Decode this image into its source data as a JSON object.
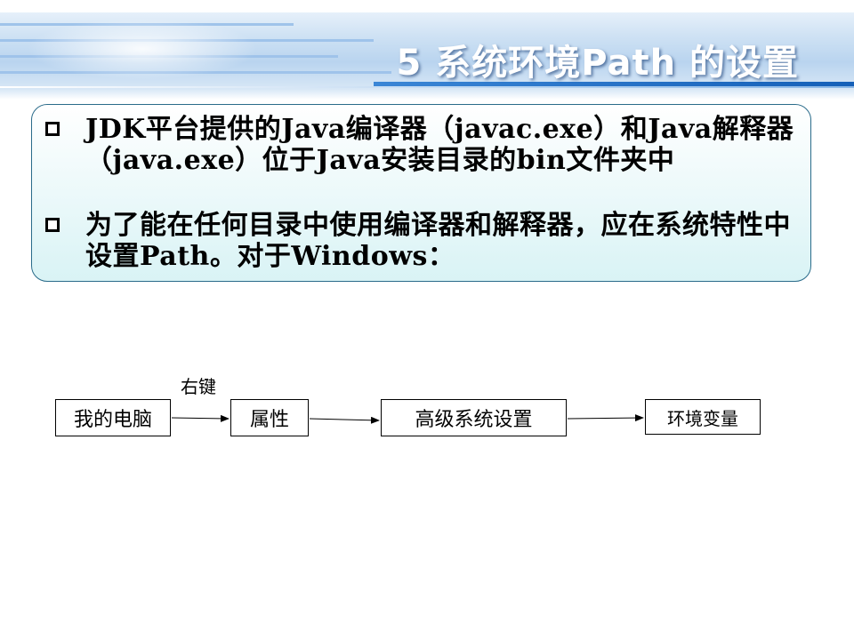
{
  "slide": {
    "title": "5 系统环境Path 的设置",
    "bullets": [
      "JDK平台提供的Java编译器（javac.exe）和Java解释器（java.exe）位于Java安装目录的bin文件夹中",
      "为了能在任何目录中使用编译器和解释器，应在系统特性中设置Path。对于Windows："
    ]
  },
  "flow": {
    "steps": [
      "我的电脑",
      "属性",
      "高级系统设置",
      "环境变量"
    ],
    "edge_label": "右键"
  },
  "colors": {
    "title_text": "#ffffff",
    "banner_accent": "#1560b8",
    "box_border": "#2a6b8a",
    "box_fill_bottom": "#d9f3f5"
  }
}
